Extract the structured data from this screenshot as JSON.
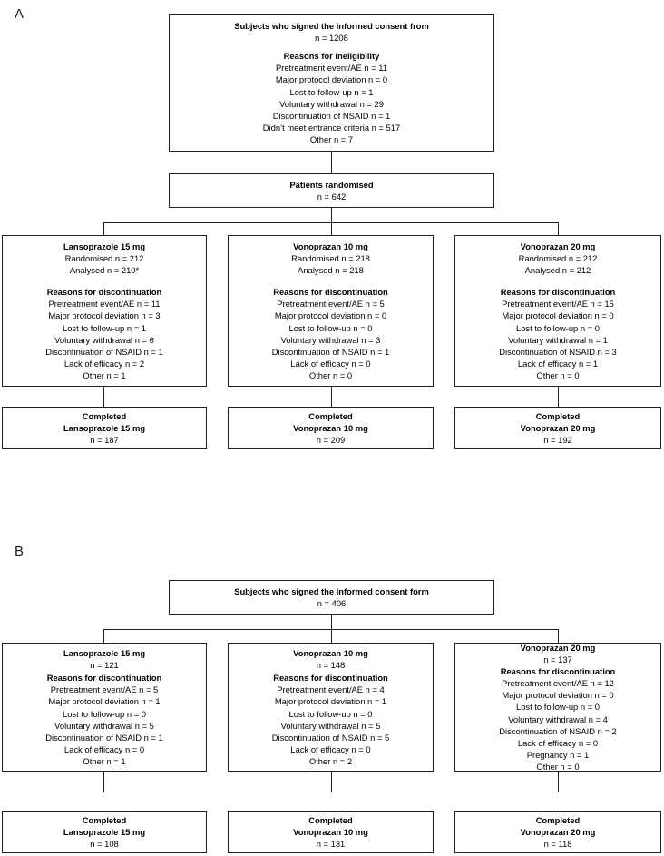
{
  "figure": {
    "type": "flowchart",
    "panels": [
      {
        "label": "A",
        "enrollment": {
          "title": "Subjects who signed the informed consent from",
          "count": "n = 1208",
          "reasons_title": "Reasons for ineligibility",
          "reasons": [
            "Pretreatment event/AE n = 11",
            "Major protocol deviation n = 0",
            "Lost to follow-up n = 1",
            "Voluntary withdrawal n = 29",
            "Discontinuation of NSAID n = 1",
            "Didn’t meet entrance criteria n = 517",
            "Other n = 7"
          ]
        },
        "randomised": {
          "title": "Patients randomised",
          "count": "n = 642"
        },
        "arms": [
          {
            "title": "Lansoprazole 15 mg",
            "randomised": "Randomised n = 212",
            "analysed": "Analysed n = 210*",
            "reasons_title": "Reasons for discontinuation",
            "reasons": [
              "Pretreatment event/AE n = 11",
              "Major protocol deviation n = 3",
              "Lost to follow-up n = 1",
              "Voluntary withdrawal n = 6",
              "Discontinuation of NSAID n = 1",
              "Lack of efficacy n = 2",
              "Other n = 1"
            ],
            "completed_label": "Completed",
            "completed_drug": "Lansoprazole 15 mg",
            "completed_count": "n = 187"
          },
          {
            "title": "Vonoprazan 10 mg",
            "randomised": "Randomised n = 218",
            "analysed": "Analysed n = 218",
            "reasons_title": "Reasons for discontinuation",
            "reasons": [
              "Pretreatment event/AE n = 5",
              "Major protocol deviation n = 0",
              "Lost to follow-up n = 0",
              "Voluntary withdrawal n = 3",
              "Discontinuation of NSAID n = 1",
              "Lack of efficacy n = 0",
              "Other n = 0"
            ],
            "completed_label": "Completed",
            "completed_drug": "Vonoprazan 10 mg",
            "completed_count": "n = 209"
          },
          {
            "title": "Vonoprazan 20 mg",
            "randomised": "Randomised n = 212",
            "analysed": "Analysed n = 212",
            "reasons_title": "Reasons for discontinuation",
            "reasons": [
              "Pretreatment event/AE n = 15",
              "Major protocol deviation n = 0",
              "Lost to follow-up n = 0",
              "Voluntary withdrawal n = 1",
              "Discontinuation of NSAID n = 3",
              "Lack of efficacy n = 1",
              "Other n = 0"
            ],
            "completed_label": "Completed",
            "completed_drug": "Vonoprazan 20 mg",
            "completed_count": "n = 192"
          }
        ]
      },
      {
        "label": "B",
        "enrollment": {
          "title": "Subjects who signed the informed consent form",
          "count": "n = 406"
        },
        "arms": [
          {
            "title": "Lansoprazole 15 mg",
            "count": "n = 121",
            "reasons_title": "Reasons for discontinuation",
            "reasons": [
              "Pretreatment event/AE n = 5",
              "Major protocol deviation n = 1",
              "Lost to follow-up n = 0",
              "Voluntary withdrawal n = 5",
              "Discontinuation of NSAID n = 1",
              "Lack of efficacy n = 0",
              "Other n = 1"
            ],
            "completed_label": "Completed",
            "completed_drug": "Lansoprazole 15 mg",
            "completed_count": "n = 108"
          },
          {
            "title": "Vonoprazan 10 mg",
            "count": "n = 148",
            "reasons_title": "Reasons for discontinuation",
            "reasons": [
              "Pretreatment event/AE n = 4",
              "Major protocol deviation n = 1",
              "Lost to follow-up n = 0",
              "Voluntary withdrawal n = 5",
              "Discontinuation of NSAID n = 5",
              "Lack of efficacy n = 0",
              "Other n = 2"
            ],
            "completed_label": "Completed",
            "completed_drug": "Vonoprazan 10 mg",
            "completed_count": "n = 131"
          },
          {
            "title": "Vonoprazan 20 mg",
            "count": "n = 137",
            "reasons_title": "Reasons for discontinuation",
            "reasons": [
              "Pretreatment event/AE n = 12",
              "Major protocol deviation n = 0",
              "Lost to follow-up n = 0",
              "Voluntary withdrawal n = 4",
              "Discontinuation of NSAID n = 2",
              "Lack of efficacy n = 0",
              "Pregnancy n = 1",
              "Other n = 0"
            ],
            "completed_label": "Completed",
            "completed_drug": "Vonoprazan 20 mg",
            "completed_count": "n = 118"
          }
        ]
      }
    ]
  }
}
